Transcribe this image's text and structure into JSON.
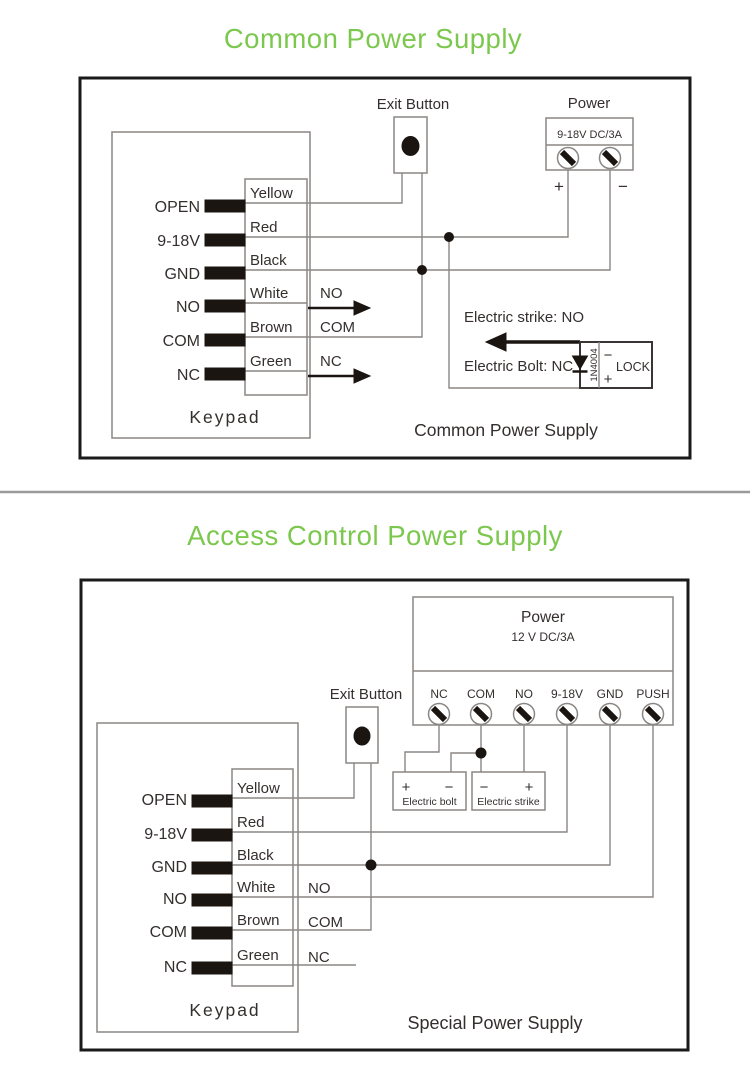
{
  "colors": {
    "accent_green": "#7cc84e",
    "line_gray": "#8a8684",
    "border_black": "#1a1a1a",
    "ink": "#342f2e"
  },
  "d1": {
    "title": "Common Power Supply",
    "caption": "Common Power Supply",
    "exit_button_label": "Exit Button",
    "power": {
      "label": "Power",
      "rating": "9-18V DC/3A",
      "plus": "+",
      "minus": "−"
    },
    "keypad": {
      "label": "Keypad",
      "pins": [
        "OPEN",
        "9-18V",
        "GND",
        "NO",
        "COM",
        "NC"
      ],
      "wires": [
        "Yellow",
        "Red",
        "Black",
        "White",
        "Brown",
        "Green"
      ],
      "outputs": [
        "NO",
        "COM",
        "NC"
      ]
    },
    "strike_note": "Electric strike: NO",
    "bolt_note": "Electric Bolt: NC",
    "diode_label": "1N4004",
    "lock": {
      "minus": "−",
      "plus": "+",
      "label": "LOCK"
    }
  },
  "d2": {
    "title": "Access Control Power Supply",
    "caption": "Special Power Supply",
    "exit_button_label": "Exit Button",
    "power": {
      "label": "Power",
      "rating": "12 V DC/3A",
      "terminals": [
        "NC",
        "COM",
        "NO",
        "9-18V",
        "GND",
        "PUSH"
      ]
    },
    "keypad": {
      "label": "Keypad",
      "pins": [
        "OPEN",
        "9-18V",
        "GND",
        "NO",
        "COM",
        "NC"
      ],
      "wires": [
        "Yellow",
        "Red",
        "Black",
        "White",
        "Brown",
        "Green"
      ],
      "outputs": [
        "NO",
        "COM",
        "NC"
      ]
    },
    "bolt_box": {
      "plus": "+",
      "minus": "−",
      "label": "Electric bolt"
    },
    "strike_box": {
      "minus": "−",
      "plus": "+",
      "label": "Electric strike"
    }
  }
}
